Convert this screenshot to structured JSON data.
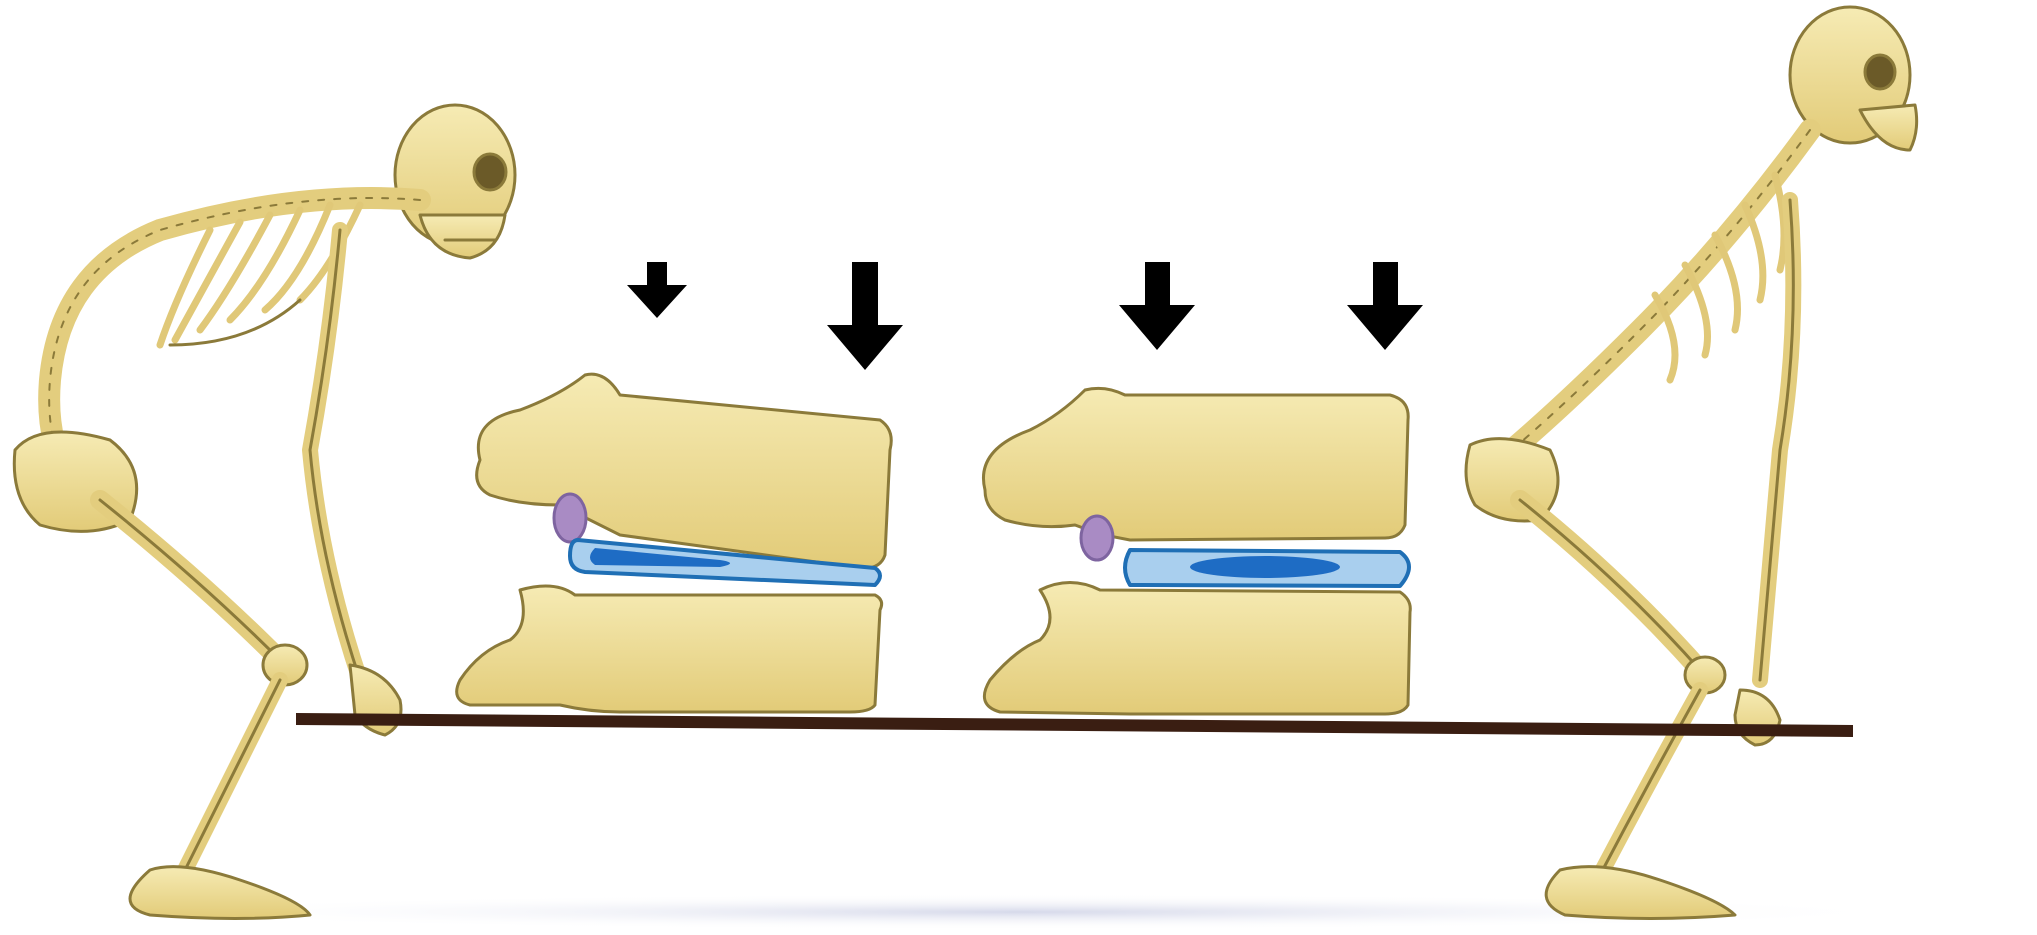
{
  "illustration": {
    "subject": "lifting-posture-spine-compression",
    "palette": {
      "bone": "#E8D487",
      "bone_light": "#F4E6A8",
      "bone_outline": "#8B7A3A",
      "disc_outer": "#9EC7EB",
      "disc_rim": "#1F6FB5",
      "disc_nucleus": "#1E6CC4",
      "nerve": "#A98BC4",
      "arrow": "#000000",
      "board": "#3A1E12",
      "shadow": "#D9DCEC"
    },
    "figures": [
      {
        "id": "left-skeleton",
        "posture": "bent-back"
      },
      {
        "id": "right-skeleton",
        "posture": "squat-straight-back"
      }
    ],
    "vertebral_segments": [
      {
        "id": "left-segment",
        "disc": "wedged",
        "arrows": [
          "small",
          "large"
        ]
      },
      {
        "id": "right-segment",
        "disc": "even",
        "arrows": [
          "equal",
          "equal"
        ]
      }
    ]
  }
}
